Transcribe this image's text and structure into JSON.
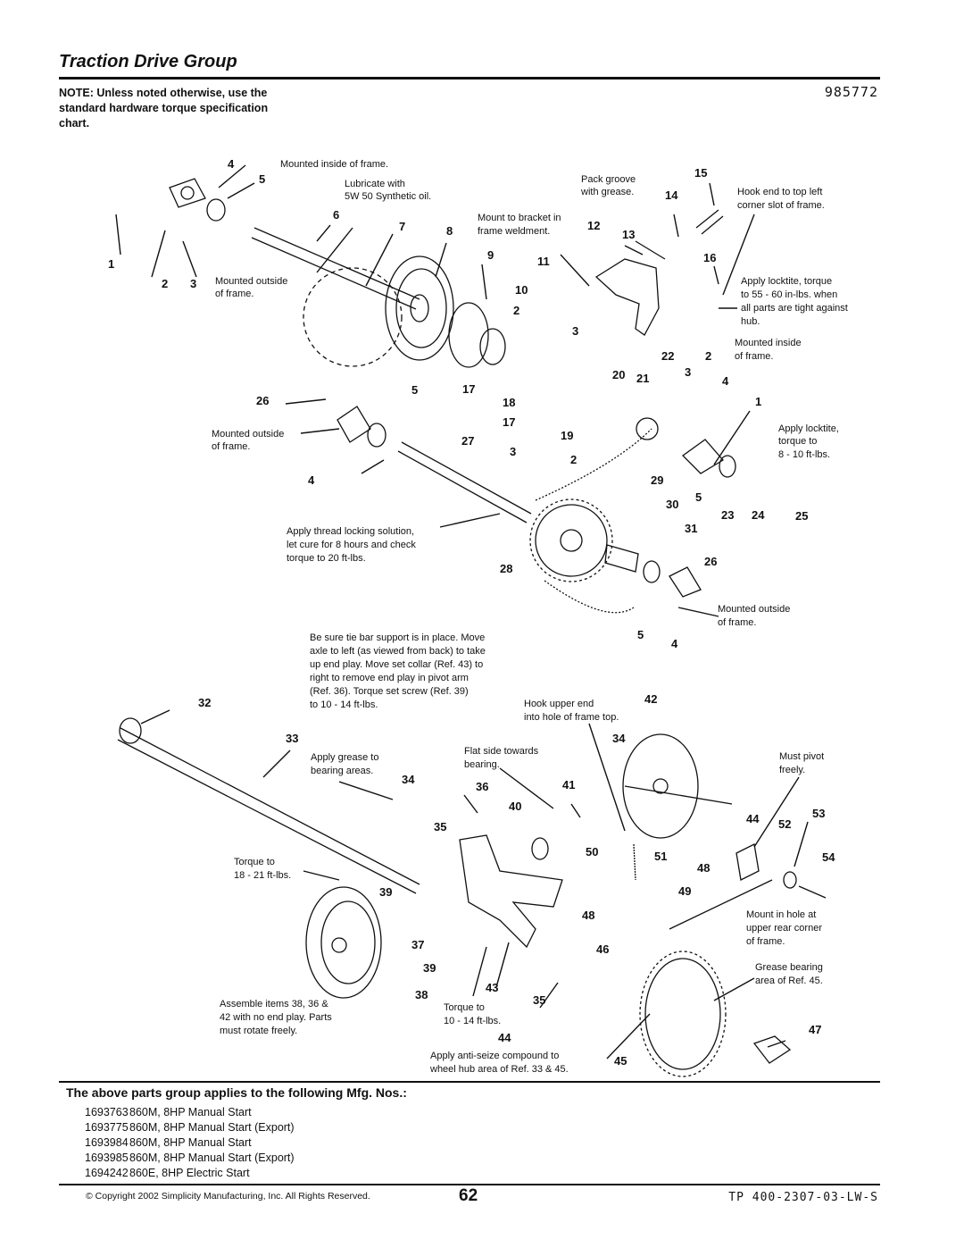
{
  "header": {
    "title": "Traction Drive Group",
    "doc_number": "985772",
    "note": "NOTE: Unless noted otherwise, use the standard hardware torque specification chart."
  },
  "diagram": {
    "callouts": [
      "1",
      "2",
      "3",
      "4",
      "5",
      "6",
      "7",
      "8",
      "9",
      "10",
      "11",
      "12",
      "13",
      "14",
      "15",
      "16",
      "17",
      "18",
      "19",
      "20",
      "21",
      "22",
      "23",
      "24",
      "25",
      "26",
      "27",
      "28",
      "29",
      "30",
      "31",
      "32",
      "33",
      "34",
      "35",
      "36",
      "37",
      "38",
      "39",
      "40",
      "41",
      "42",
      "43",
      "44",
      "45",
      "46",
      "47",
      "48",
      "49",
      "50",
      "51",
      "52",
      "53",
      "54"
    ],
    "annotations": {
      "mounted_inside_top": "Mounted inside of frame.",
      "lubricate": [
        "Lubricate with",
        "5W 50 Synthetic oil."
      ],
      "pack_groove": [
        "Pack groove",
        "with grease."
      ],
      "hook_top_left": [
        "Hook end to top left",
        "corner slot of frame."
      ],
      "mount_bracket": [
        "Mount to bracket in",
        "frame weldment."
      ],
      "mounted_outside_1": [
        "Mounted outside",
        "of frame."
      ],
      "locktite_55": [
        "Apply locktite, torque",
        "to 55 - 60 in-lbs. when",
        "all parts are tight against",
        "hub."
      ],
      "mounted_inside_right": [
        "Mounted inside",
        "of frame."
      ],
      "mounted_outside_2": [
        "Mounted outside",
        "of frame."
      ],
      "locktite_8": [
        "Apply locktite,",
        "torque to",
        "8 - 10 ft-lbs."
      ],
      "thread_locking": [
        "Apply thread locking solution,",
        "let cure for 8 hours and check",
        "torque to 20 ft-lbs."
      ],
      "mounted_outside_3": [
        "Mounted outside",
        "of frame."
      ],
      "tie_bar": [
        "Be sure tie bar support is in place. Move",
        "axle to left (as viewed from back) to take",
        "up end play. Move set collar (Ref. 43) to",
        "right to remove end play in pivot arm",
        "(Ref. 36). Torque set screw (Ref. 39)",
        "to 10 - 14 ft-lbs."
      ],
      "hook_upper": [
        "Hook upper end",
        "into hole of frame top."
      ],
      "apply_grease": [
        "Apply grease to",
        "bearing areas."
      ],
      "flat_side": [
        "Flat side towards",
        "bearing."
      ],
      "must_pivot": [
        "Must pivot",
        "freely."
      ],
      "torque_18": [
        "Torque to",
        "18 - 21 ft-lbs."
      ],
      "mount_hole": [
        "Mount in hole at",
        "upper rear corner",
        "of frame."
      ],
      "grease_bearing": [
        "Grease bearing",
        "area of Ref. 45."
      ],
      "assemble": [
        "Assemble items 38, 36 &",
        "42 with no end play. Parts",
        "must rotate freely."
      ],
      "torque_10": [
        "Torque to",
        "10 - 14 ft-lbs."
      ],
      "anti_seize": [
        "Apply anti-seize compound to",
        "wheel hub area of Ref. 33 & 45."
      ]
    }
  },
  "applies": {
    "heading": "The above parts group applies to the following Mfg. Nos.:",
    "items": [
      {
        "num": "1693763",
        "desc": "860M, 8HP Manual Start"
      },
      {
        "num": "1693775",
        "desc": "860M, 8HP Manual Start (Export)"
      },
      {
        "num": "1693984",
        "desc": "860M, 8HP Manual Start"
      },
      {
        "num": "1693985",
        "desc": "860M, 8HP Manual Start (Export)"
      },
      {
        "num": "1694242",
        "desc": "860E, 8HP Electric Start"
      }
    ]
  },
  "footer": {
    "copyright": "© Copyright 2002 Simplicity Manufacturing, Inc. All Rights Reserved.",
    "page_number": "62",
    "tp_code": "TP 400-2307-03-LW-S"
  }
}
